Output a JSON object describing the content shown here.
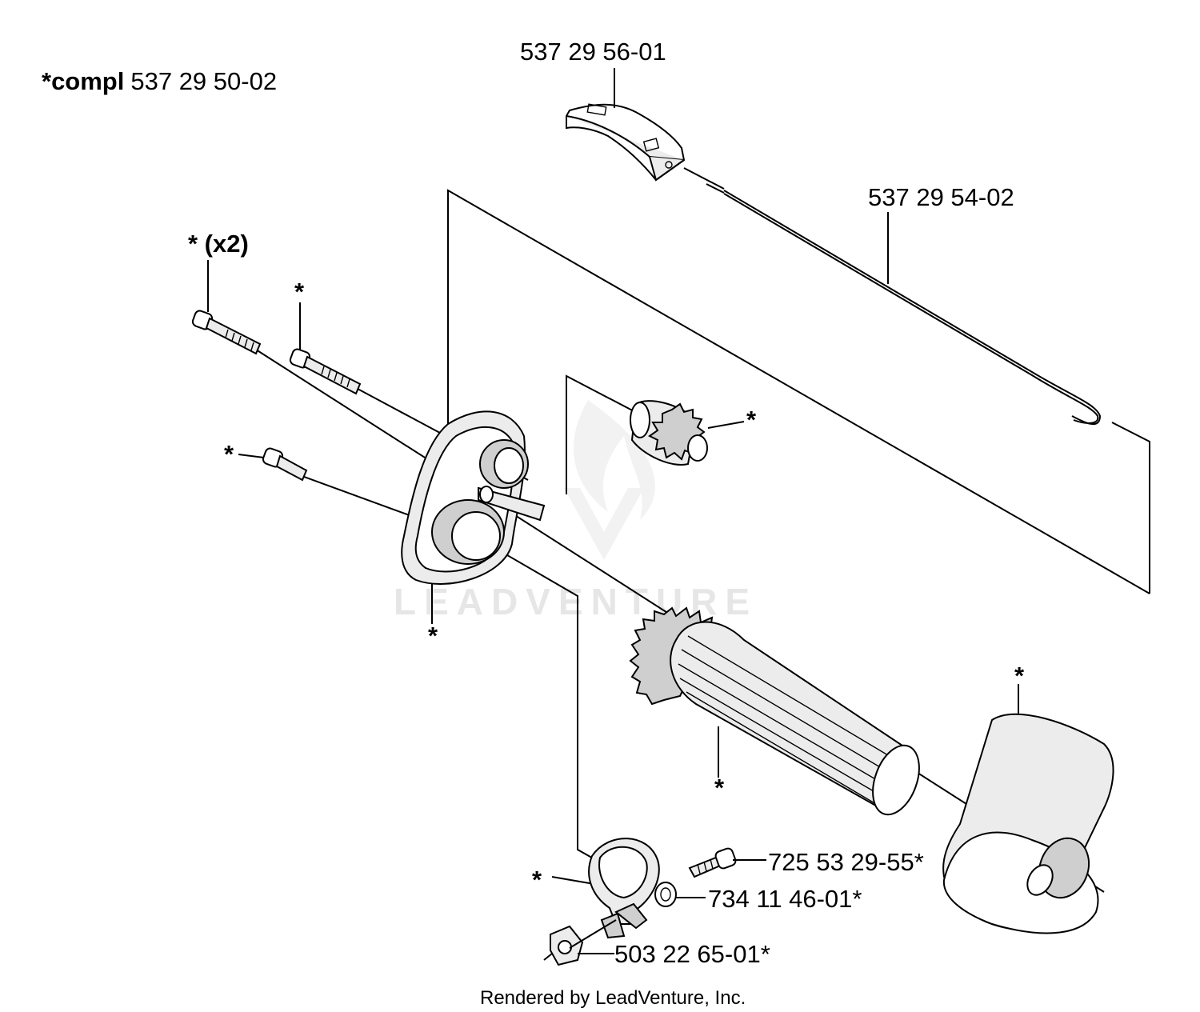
{
  "diagram": {
    "kit_prefix": "*compl",
    "kit_number": "537 29 50-02",
    "labels": {
      "throttle_trigger": "537 29 56-01",
      "throttle_wire": "537 29 54-02",
      "screw_x2": "* (x2)",
      "screw_upper": "*",
      "screw_lower": "*",
      "handle_plate": "*",
      "pinion_gear": "*",
      "grip_tube": "*",
      "handle_cover": "*",
      "clamp_ring": "*",
      "clamp_screw": "725 53 29-55*",
      "washer": "734 11 46-01*",
      "nut": "503 22 65-01*"
    },
    "footer": "Rendered by LeadVenture, Inc.",
    "watermark": "LEADVENTURE"
  }
}
